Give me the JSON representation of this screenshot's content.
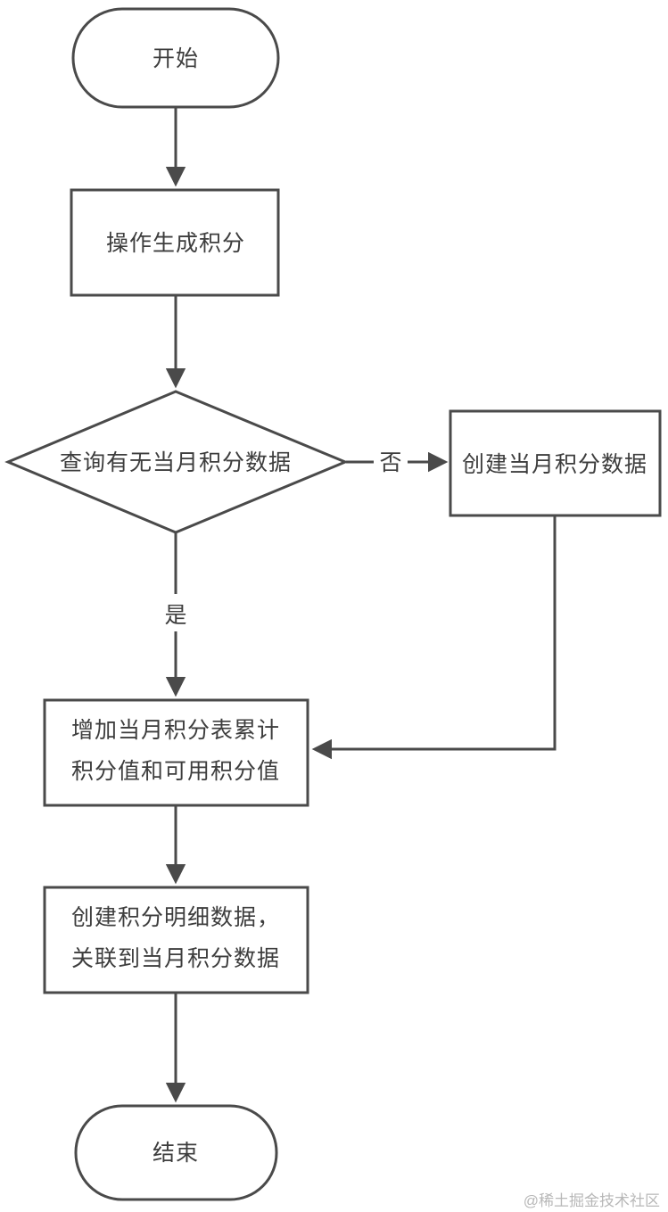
{
  "nodes": {
    "start": {
      "label": "开始",
      "type": "terminator"
    },
    "generate": {
      "label": "操作生成积分",
      "type": "process"
    },
    "decision": {
      "label": "查询有无当月积分数据",
      "type": "decision"
    },
    "create_month": {
      "label": "创建当月积分数据",
      "type": "process"
    },
    "increase": {
      "lines": [
        "增加当月积分表累计",
        "积分值和可用积分值"
      ],
      "type": "process"
    },
    "detail": {
      "lines": [
        "创建积分明细数据，",
        "关联到当月积分数据"
      ],
      "type": "process"
    },
    "end": {
      "label": "结束",
      "type": "terminator"
    }
  },
  "edges": {
    "no_label": "否",
    "yes_label": "是"
  },
  "watermark": "@稀土掘金技术社区",
  "colors": {
    "stroke": "#4a4a4a",
    "text": "#3d3d3d",
    "watermark": "#b8b8b8",
    "background": "#ffffff"
  }
}
